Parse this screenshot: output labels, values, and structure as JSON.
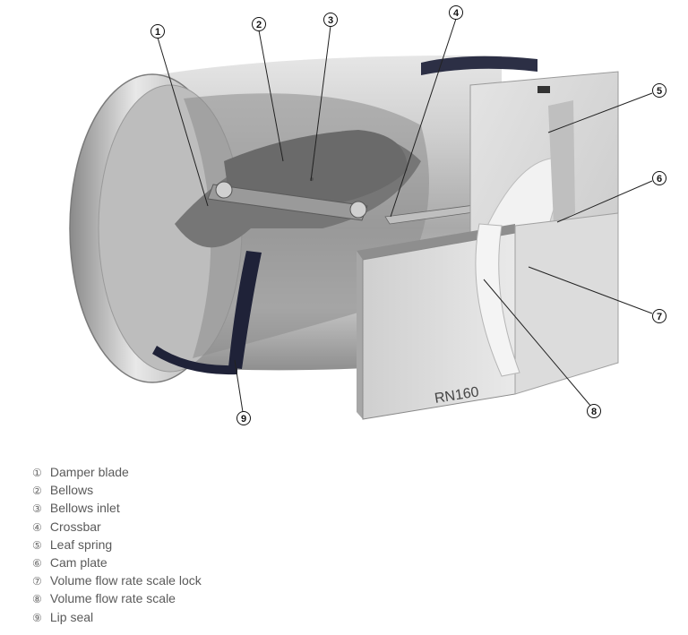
{
  "figure": {
    "model_label": "RN160",
    "callouts": [
      "1",
      "2",
      "3",
      "4",
      "5",
      "6",
      "7",
      "8",
      "9"
    ]
  },
  "legend": {
    "items": [
      {
        "marker": "①",
        "label": "Damper blade"
      },
      {
        "marker": "②",
        "label": "Bellows"
      },
      {
        "marker": "③",
        "label": "Bellows inlet"
      },
      {
        "marker": "④",
        "label": "Crossbar"
      },
      {
        "marker": "⑤",
        "label": "Leaf spring"
      },
      {
        "marker": "⑥",
        "label": "Cam plate"
      },
      {
        "marker": "⑦",
        "label": "Volume flow rate scale lock"
      },
      {
        "marker": "⑧",
        "label": "Volume flow rate scale"
      },
      {
        "marker": "⑨",
        "label": "Lip seal"
      }
    ]
  }
}
